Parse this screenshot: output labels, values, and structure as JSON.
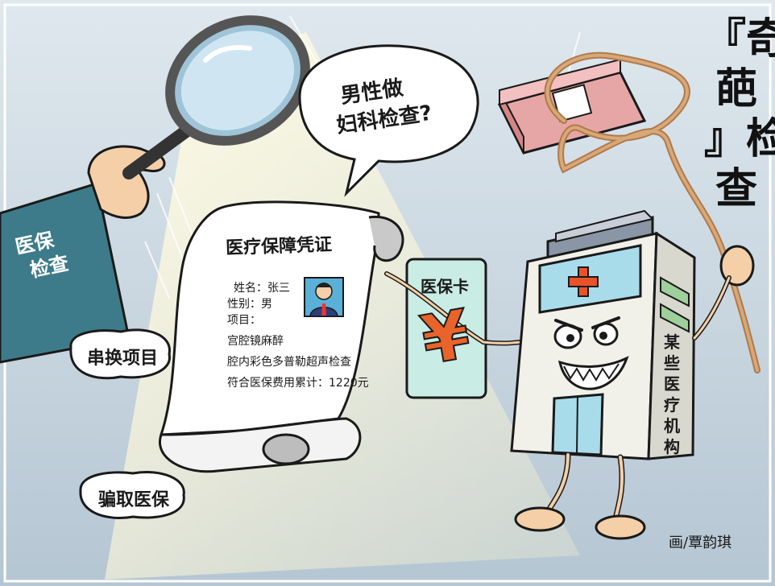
{
  "title": {
    "line1": "『奇",
    "line2": "葩",
    "line3": "』检",
    "line4": "查"
  },
  "speech_bubble": {
    "line1": "男性做",
    "line2": "妇科检查?"
  },
  "sleeve_text": {
    "line1": "医保",
    "line2": "检查"
  },
  "voucher": {
    "title": "医疗保障凭证",
    "name": "姓名：张三",
    "gender": "性别：男",
    "items_label": "项目：",
    "item1": "宫腔镜麻醉",
    "item2": "腔内彩色多普勒超声检查",
    "total": "符合医保费用累计：1220元"
  },
  "card": {
    "label": "医保卡",
    "symbol": "¥"
  },
  "hospital": {
    "sign": "某些医疗机构",
    "chars": [
      "某",
      "些",
      "医",
      "疗",
      "机",
      "构"
    ]
  },
  "clouds": {
    "swap": "串换项目",
    "fraud": "骗取医保"
  },
  "credit": "画/覃韵琪",
  "colors": {
    "sky": "#c9d6e0",
    "sleeve": "#3d7b8a",
    "card": "#c9ece4",
    "cross": "#e8532a",
    "yuan": "#e8642a",
    "money": "#e7a6a6"
  }
}
